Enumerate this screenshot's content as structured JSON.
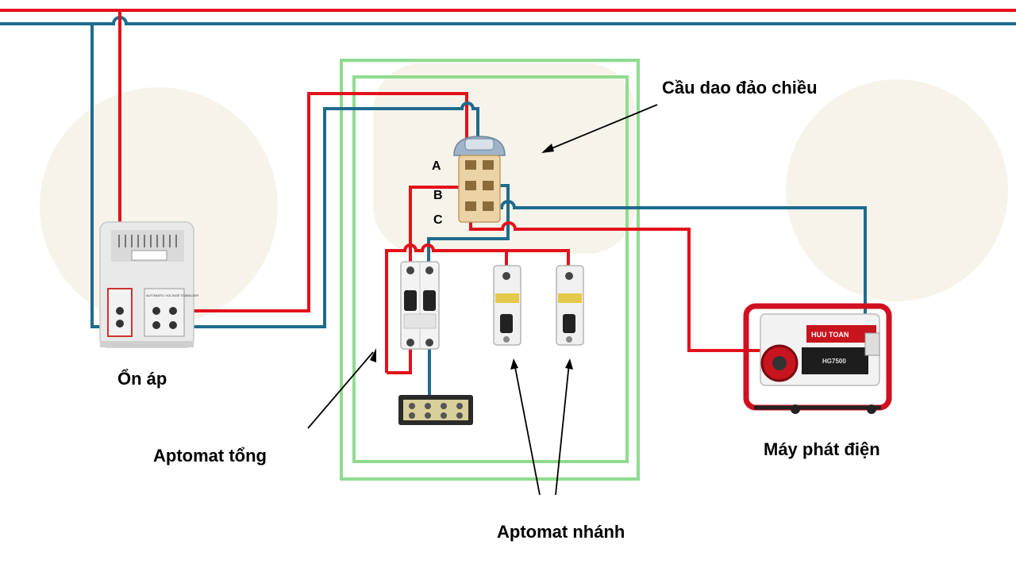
{
  "labels": {
    "transfer_switch": "Cầu dao đảo chiều",
    "stabilizer": "Ổn áp",
    "main_breaker": "Aptomat tổng",
    "generator": "Máy phát điện",
    "branch_breakers": "Aptomat nhánh",
    "terminal_a": "A",
    "terminal_b": "B",
    "terminal_c": "C"
  },
  "device_text": {
    "stabilizer_title": "AUTOMATIC VOLTAGE STABILIZER",
    "generator_brand": "HUU TOAN",
    "generator_model": "HG7500"
  },
  "colors": {
    "phase_wire": "#e3111b",
    "neutral_wire": "#1f6b8e",
    "enclosure": "#8fdc8f",
    "watermark": "#f3f1e6"
  }
}
